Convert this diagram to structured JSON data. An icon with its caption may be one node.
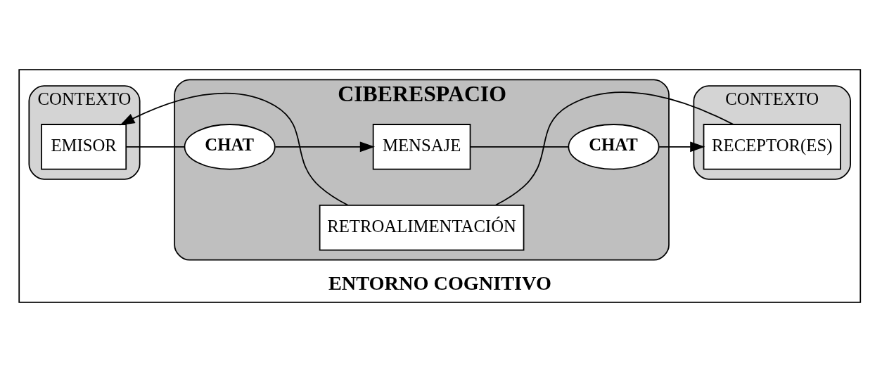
{
  "diagram": {
    "nodes": [
      {
        "text": [
          "ENTORNO COGNITIVO"
        ]
      },
      {
        "text": [
          "CONTEXTO"
        ],
        "in": 0
      },
      {
        "text": [
          "EMISOR"
        ],
        "in": 1
      },
      {
        "text": [
          "CIBERESPACIO"
        ],
        "in": 0
      },
      {
        "text": [
          "CHAT"
        ],
        "in": 3
      },
      {
        "text": [
          "MENSAJE"
        ],
        "in": 3
      },
      {
        "text": [
          "CHAT"
        ],
        "in": 3
      },
      {
        "text": [
          "RETROALIMENTACIÓN"
        ],
        "in": 3
      },
      {
        "text": [
          "CONTEXTO"
        ],
        "in": 0
      },
      {
        "text": [
          "RECEPTOR(ES)"
        ],
        "in": 8
      }
    ],
    "edges": [
      {
        "from": 2,
        "to": 4,
        "arrow": "none"
      },
      {
        "from": 4,
        "to": 5,
        "arrow": "to"
      },
      {
        "from": 5,
        "to": 6,
        "arrow": "none"
      },
      {
        "from": 6,
        "to": 9,
        "arrow": "to"
      },
      {
        "from": 9,
        "to": 7,
        "arrow": "none"
      },
      {
        "from": 7,
        "to": 2,
        "arrow": "to"
      }
    ]
  }
}
